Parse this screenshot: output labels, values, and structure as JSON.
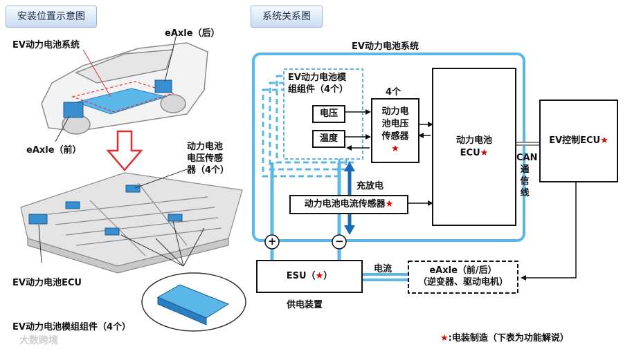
{
  "left": {
    "tab_label": "安装位置示意图",
    "callouts": {
      "ev_system": "EV动力电池系统",
      "eaxle_rear": "eAxle（后）",
      "eaxle_front": "eAxle（前）",
      "voltage_sensor": [
        "动力电池",
        "电压传感",
        "器（4个）"
      ],
      "ecu": "EV动力电池ECU",
      "module": "EV动力电池模组组件（4个）"
    }
  },
  "right": {
    "tab_label": "系统关系图",
    "system_title": "EV动力电池系统",
    "module_group": [
      "EV动力电池模",
      "组组件（4个）"
    ],
    "voltage": "电压",
    "temperature": "温度",
    "four_count": "4个",
    "sensor_box": [
      "动力电",
      "池电压",
      "传感器"
    ],
    "ecu_box": [
      "动力电池",
      "ECU"
    ],
    "charge_discharge": "充放电",
    "current_sensor": "动力电池电流传感器",
    "can_line": [
      "CAN",
      "通",
      "信",
      "线"
    ],
    "ev_control_ecu": "EV控制ECU",
    "plus": "+",
    "minus": "−",
    "esu": "ESU（",
    "esu_close": "）",
    "current": "电流",
    "eaxle_box": [
      "eAxle（前/后）",
      "（逆变器、驱动电机）"
    ],
    "power_supply": "供电装置",
    "legend": ":电装制造（下表为功能解说）",
    "star": "★"
  },
  "watermark": "大数跨境",
  "colors": {
    "light_blue": "#5bb7e8",
    "dark_blue": "#1a6bb5",
    "star_red": "#e00000",
    "arrow_red": "#e03030"
  }
}
